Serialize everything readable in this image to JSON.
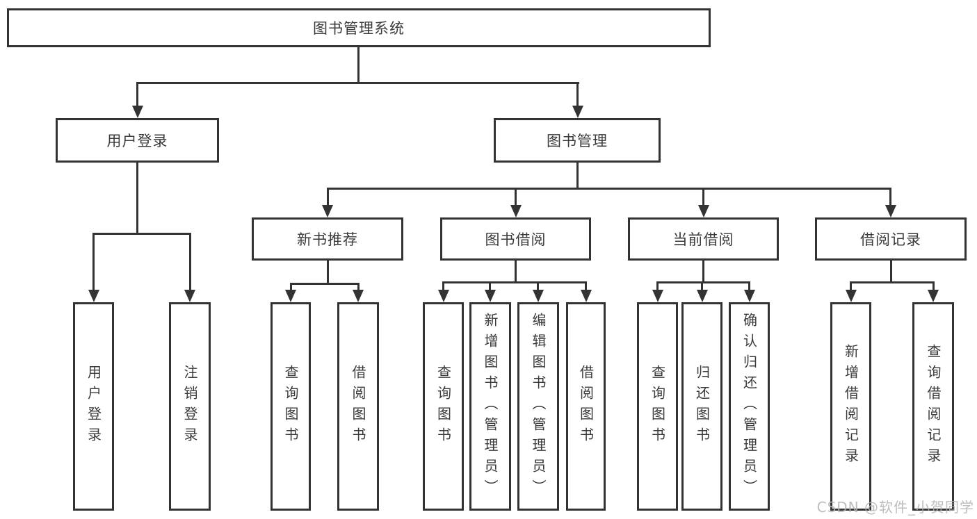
{
  "diagram": {
    "type": "hierarchy-tree",
    "title": "图书管理系统",
    "colors": {
      "line": "#333333",
      "text": "#3a3a3a",
      "box_background": "#ffffff",
      "page_background": "#ffffff",
      "watermark": "#b2b2b2"
    },
    "nodes": {
      "root": {
        "label": "图书管理系统"
      },
      "level2": [
        {
          "id": "user-login",
          "label": "用户登录",
          "parent": "图书管理系统"
        },
        {
          "id": "book-management",
          "label": "图书管理",
          "parent": "图书管理系统"
        }
      ],
      "level3": [
        {
          "id": "new-book-recommend",
          "label": "新书推荐",
          "parent": "图书管理"
        },
        {
          "id": "book-borrowing",
          "label": "图书借阅",
          "parent": "图书管理"
        },
        {
          "id": "current-borrowing",
          "label": "当前借阅",
          "parent": "图书管理"
        },
        {
          "id": "borrowing-records",
          "label": "借阅记录",
          "parent": "图书管理"
        }
      ],
      "leaves": [
        {
          "label": "用户登录",
          "parent": "用户登录"
        },
        {
          "label": "注销登录",
          "parent": "用户登录"
        },
        {
          "label": "查询图书",
          "parent": "新书推荐"
        },
        {
          "label": "借阅图书",
          "parent": "新书推荐"
        },
        {
          "label": "查询图书",
          "parent": "图书借阅"
        },
        {
          "label": "新增图书（管理员）",
          "parent": "图书借阅"
        },
        {
          "label": "编辑图书（管理员）",
          "parent": "图书借阅"
        },
        {
          "label": "借阅图书",
          "parent": "图书借阅"
        },
        {
          "label": "查询图书",
          "parent": "当前借阅"
        },
        {
          "label": "归还图书",
          "parent": "当前借阅"
        },
        {
          "label": "确认归还（管理员）",
          "parent": "当前借阅"
        },
        {
          "label": "新增借阅记录",
          "parent": "借阅记录"
        },
        {
          "label": "查询借阅记录",
          "parent": "借阅记录"
        }
      ]
    },
    "watermark": {
      "text": "CSDN @软件_小贺同学"
    }
  }
}
